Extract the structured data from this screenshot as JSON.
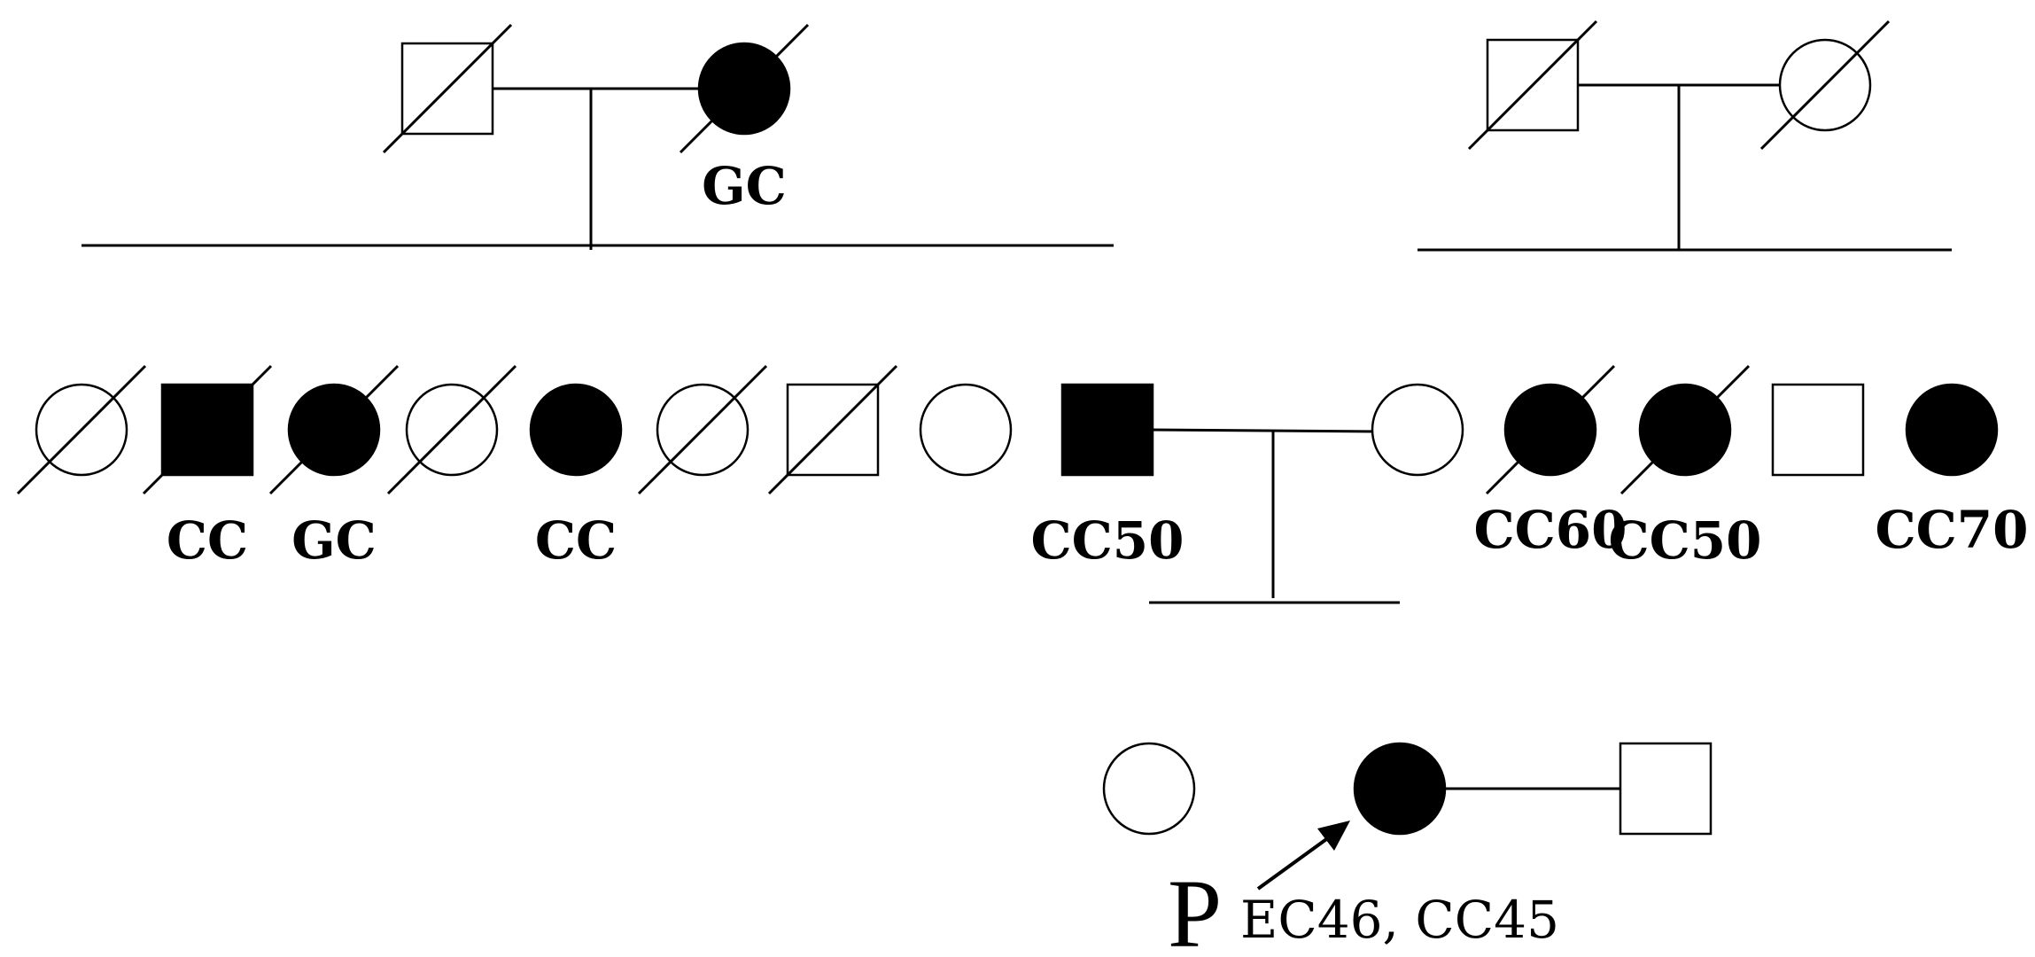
{
  "pedigree": {
    "colors": {
      "affected": "#000000",
      "unaffected": "#ffffff",
      "line": "#000000"
    },
    "paternal_grandparents": [
      {
        "sex": "male",
        "affected": false,
        "deceased": true,
        "label": ""
      },
      {
        "sex": "female",
        "affected": true,
        "deceased": true,
        "label": "GC"
      }
    ],
    "paternal_siblings": [
      {
        "sex": "female",
        "affected": false,
        "deceased": true,
        "label": ""
      },
      {
        "sex": "male",
        "affected": true,
        "deceased": true,
        "label": "CC"
      },
      {
        "sex": "female",
        "affected": true,
        "deceased": true,
        "label": "GC"
      },
      {
        "sex": "female",
        "affected": false,
        "deceased": true,
        "label": ""
      },
      {
        "sex": "female",
        "affected": true,
        "deceased": false,
        "label": "CC"
      },
      {
        "sex": "female",
        "affected": false,
        "deceased": true,
        "label": ""
      },
      {
        "sex": "male",
        "affected": false,
        "deceased": true,
        "label": ""
      },
      {
        "sex": "female",
        "affected": false,
        "deceased": false,
        "label": ""
      },
      {
        "sex": "male",
        "affected": true,
        "deceased": false,
        "label": "CC50"
      }
    ],
    "maternal_grandparents": [
      {
        "sex": "male",
        "affected": false,
        "deceased": true,
        "label": ""
      },
      {
        "sex": "female",
        "affected": false,
        "deceased": true,
        "label": ""
      }
    ],
    "maternal_siblings": [
      {
        "sex": "female",
        "affected": false,
        "deceased": false,
        "label": ""
      },
      {
        "sex": "female",
        "affected": true,
        "deceased": true,
        "label": "CC60"
      },
      {
        "sex": "female",
        "affected": true,
        "deceased": true,
        "label": "CC50"
      },
      {
        "sex": "male",
        "affected": false,
        "deceased": false,
        "label": ""
      },
      {
        "sex": "female",
        "affected": true,
        "deceased": false,
        "label": "CC70"
      }
    ],
    "children": [
      {
        "sex": "female",
        "affected": false,
        "deceased": false,
        "label": ""
      },
      {
        "sex": "female",
        "affected": true,
        "deceased": false,
        "label": "EC46, CC45",
        "proband": true
      }
    ],
    "proband_spouse": {
      "sex": "male",
      "affected": false,
      "deceased": false,
      "label": ""
    },
    "proband_marker": "P"
  }
}
